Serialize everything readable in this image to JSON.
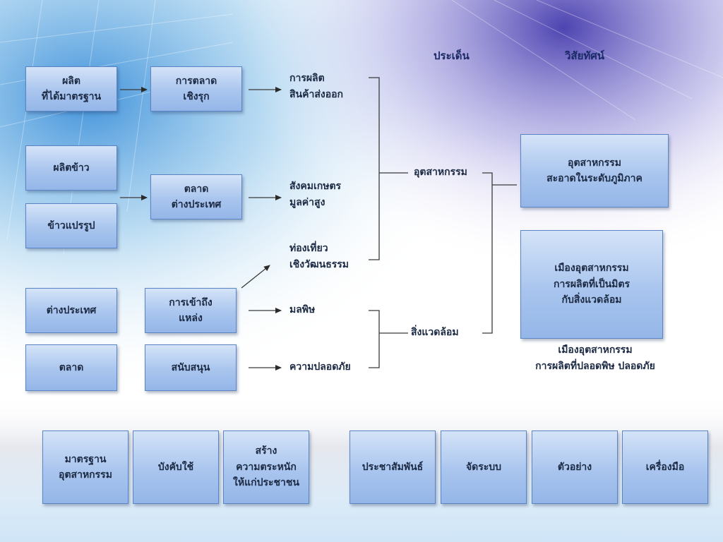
{
  "header": {
    "issues_label": "ประเด็น",
    "vision_label": "วิสัยทัศน์"
  },
  "inputs": {
    "standard_production": "ผลิต\nที่ได้มาตรฐาน",
    "rice_production": "ผลิตข้าว",
    "processed_rice": "ข้าวแปรรูป",
    "foreign": "ต่างประเทศ",
    "market": "ตลาด"
  },
  "middle": {
    "proactive_marketing": "การตลาด\nเชิงรุก",
    "foreign_market": "ตลาด\nต่างประเทศ",
    "source_access": "การเข้าถึง\nแหล่ง",
    "support": "สนับสนุน"
  },
  "outcomes": {
    "export_production": "การผลิต\nสินค้าส่งออก",
    "high_value_agri": "สังคมเกษตร\nมูลค่าสูง",
    "cultural_tourism": "ท่องเที่ยว\nเชิงวัฒนธรรม",
    "pollution": "มลพิษ",
    "safety": "ความปลอดภัย"
  },
  "issues": {
    "industry": "อุตสาหกรรม",
    "environment": "สิ่งแวดล้อม"
  },
  "vision": {
    "clean_industry": "อุตสาหกรรม\nสะอาดในระดับภูมิภาค",
    "eco_city": "เมืองอุตสาหกรรม\nการผลิตที่เป็นมิตร\nกับสิ่งแวดล้อม",
    "safe_city_caption": "เมืองอุตสาหกรรม\nการผลิตที่ปลอดพิษ ปลอดภัย"
  },
  "tools": [
    "มาตรฐาน\nอุตสาหกรรม",
    "บังคับใช้",
    "สร้าง\nความตระหนัก\nให้แก่ประชาชน",
    "ประชาสัมพันธ์",
    "จัดระบบ",
    "ตัวอย่าง",
    "เครื่องมือ"
  ]
}
